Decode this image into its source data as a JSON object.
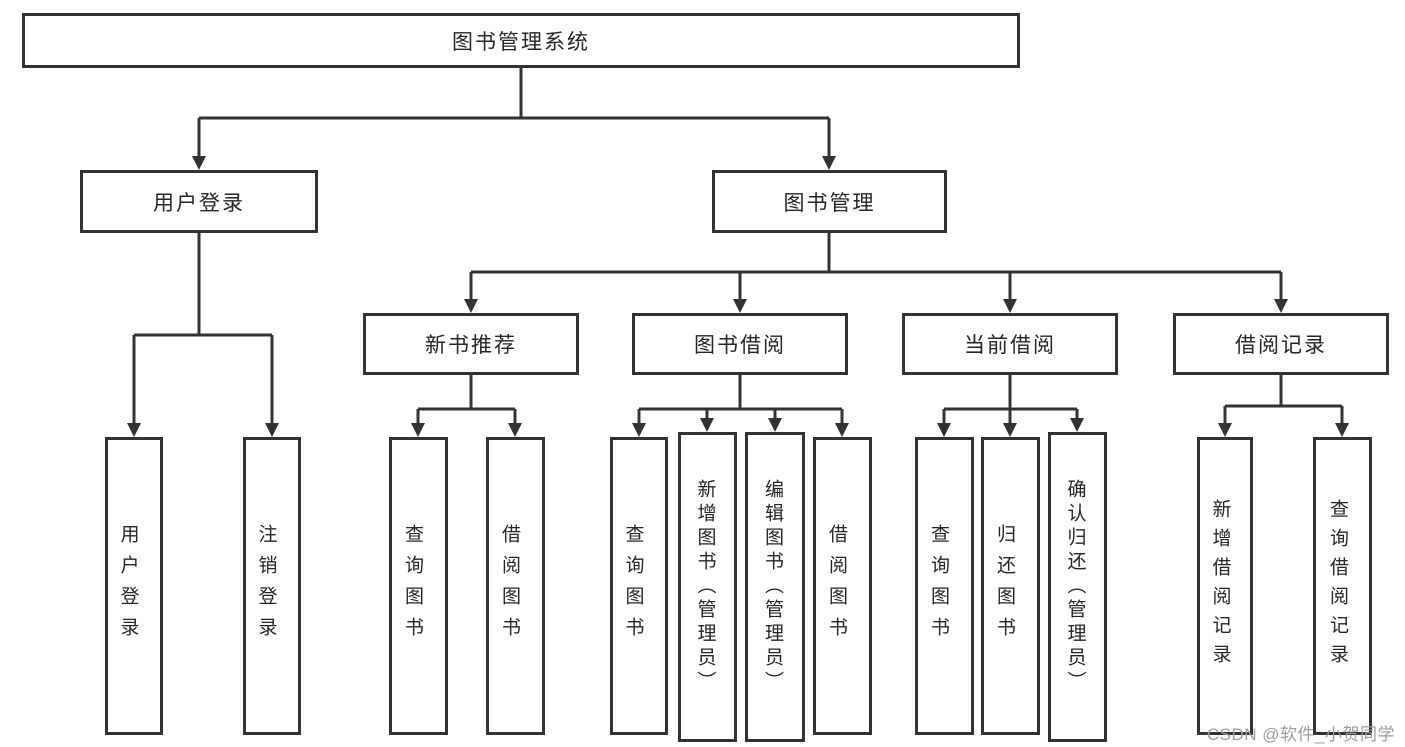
{
  "tree": {
    "label": "图书管理系统",
    "children": [
      {
        "label": "用户登录",
        "children": [
          {
            "label": "用户登录"
          },
          {
            "label": "注销登录"
          }
        ]
      },
      {
        "label": "图书管理",
        "children": [
          {
            "label": "新书推荐",
            "children": [
              {
                "label": "查询图书"
              },
              {
                "label": "借阅图书"
              }
            ]
          },
          {
            "label": "图书借阅",
            "children": [
              {
                "label": "查询图书"
              },
              {
                "label": "新增图书（管理员）"
              },
              {
                "label": "编辑图书（管理员）"
              },
              {
                "label": "借阅图书"
              }
            ]
          },
          {
            "label": "当前借阅",
            "children": [
              {
                "label": "查询图书"
              },
              {
                "label": "归还图书"
              },
              {
                "label": "确认归还（管理员）"
              }
            ]
          },
          {
            "label": "借阅记录",
            "children": [
              {
                "label": "新增借阅记录"
              },
              {
                "label": "查询借阅记录"
              }
            ]
          }
        ]
      }
    ]
  },
  "watermark": {
    "text": "CSDN @软件_小贺同学"
  },
  "colors": {
    "line": "#333333",
    "box_border": "#333333",
    "box_background": "#ffffff",
    "text": "#262626",
    "page_background": "#ffffff",
    "watermark": "#9d9d9d"
  }
}
